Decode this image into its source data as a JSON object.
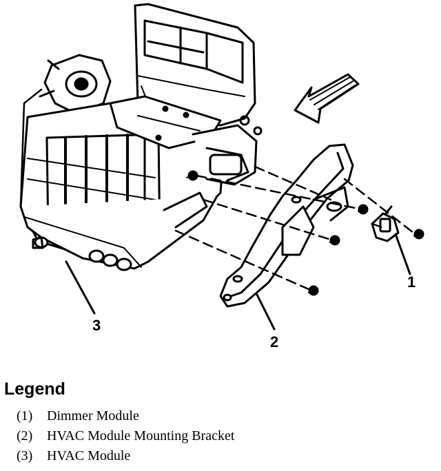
{
  "callouts": {
    "c1": "1",
    "c2": "2",
    "c3": "3"
  },
  "legend": {
    "title": "Legend",
    "items": [
      {
        "number": "(1)",
        "label": "Dimmer Module"
      },
      {
        "number": "(2)",
        "label": "HVAC Module Mounting Bracket"
      },
      {
        "number": "(3)",
        "label": "HVAC Module"
      }
    ]
  }
}
